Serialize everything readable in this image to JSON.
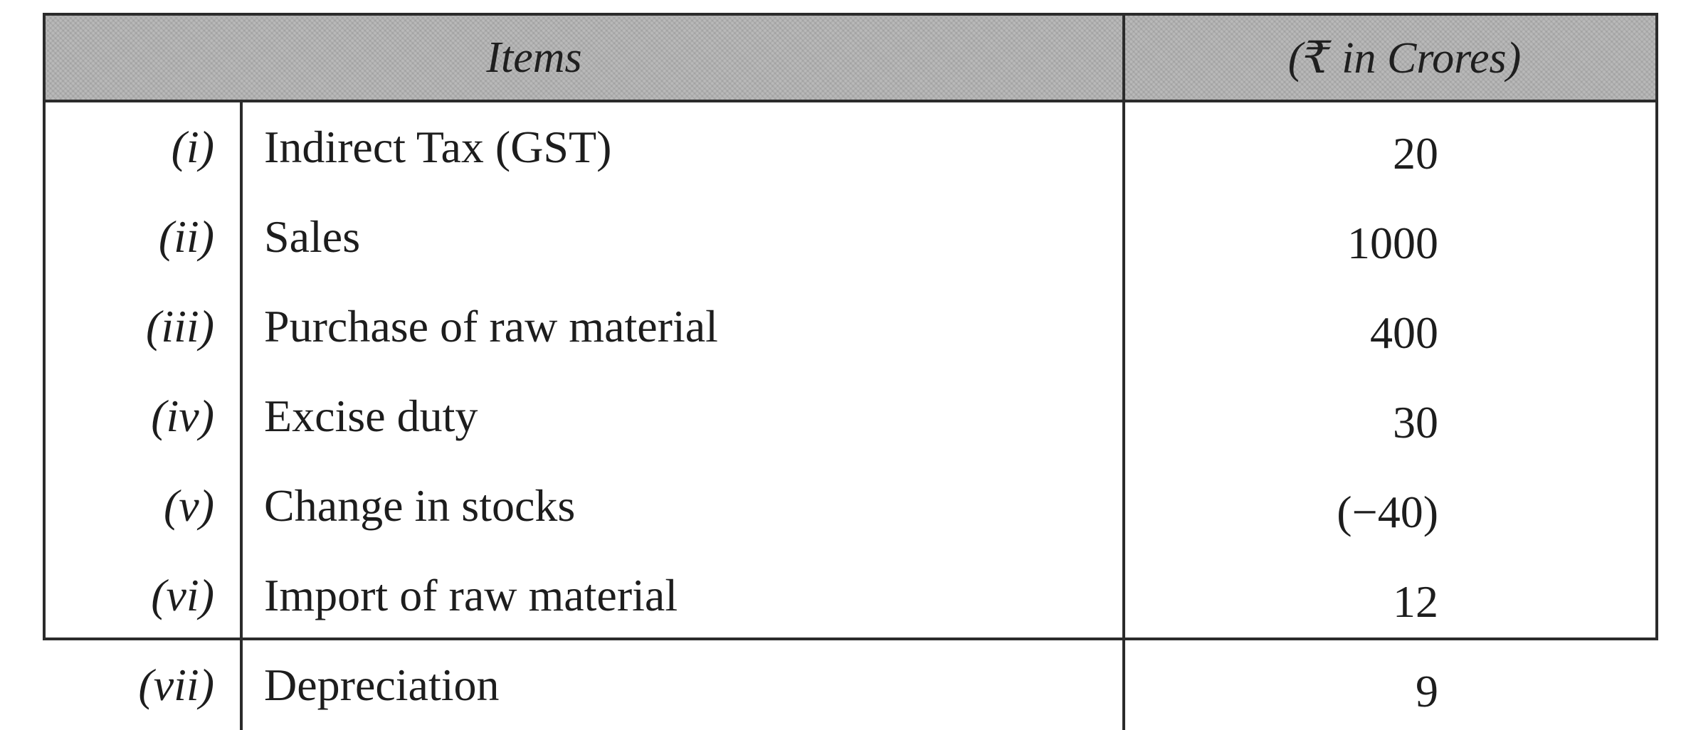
{
  "table": {
    "headers": {
      "items": "Items",
      "value": "(₹ in Crores)"
    },
    "rows": [
      {
        "num": "(i)",
        "item": "Indirect Tax (GST)",
        "value": "20"
      },
      {
        "num": "(ii)",
        "item": "Sales",
        "value": "1000"
      },
      {
        "num": "(iii)",
        "item": "Purchase of raw material",
        "value": "400"
      },
      {
        "num": "(iv)",
        "item": "Excise duty",
        "value": "30"
      },
      {
        "num": "(v)",
        "item": "Change in stocks",
        "value": "(−40)"
      },
      {
        "num": "(vi)",
        "item": "Import of raw material",
        "value": "12"
      },
      {
        "num": "(vii)",
        "item": "Depreciation",
        "value": "9"
      }
    ]
  }
}
